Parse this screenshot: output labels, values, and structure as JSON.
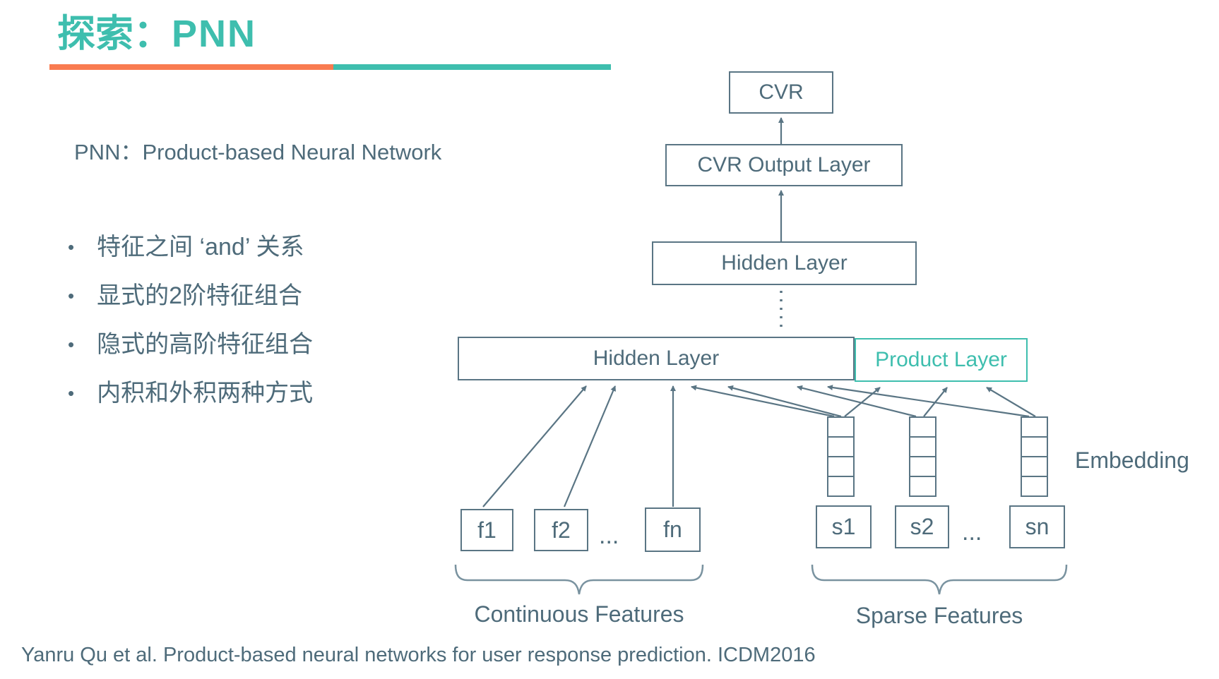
{
  "colors": {
    "teal_accent": "#3EBEAE",
    "orange_accent": "#F97B50",
    "slate_text": "#4E6B7A",
    "slate_line": "#5A7584",
    "background": "#FFFFFF"
  },
  "header": {
    "title_prefix": "探索：",
    "title_main": "PNN"
  },
  "intro": {
    "definition": "PNN：Product-based Neural Network"
  },
  "bullets": [
    "特征之间 ‘and’ 关系",
    "显式的2阶特征组合",
    "隐式的高阶特征组合",
    "内积和外积两种方式"
  ],
  "diagram": {
    "nodes": {
      "cvr": "CVR",
      "cvr_output": "CVR Output Layer",
      "hidden_upper": "Hidden Layer",
      "hidden_lower": "Hidden Layer",
      "product": "Product Layer",
      "f1": "f1",
      "f2": "f2",
      "f_ellipsis": "...",
      "fn": "fn",
      "s1": "s1",
      "s2": "s2",
      "s_ellipsis": "...",
      "sn": "sn"
    },
    "labels": {
      "embedding": "Embedding",
      "continuous": "Continuous Features",
      "sparse": "Sparse Features"
    }
  },
  "footer": {
    "citation": "Yanru Qu et al. Product-based neural networks for user response prediction. ICDM2016"
  }
}
